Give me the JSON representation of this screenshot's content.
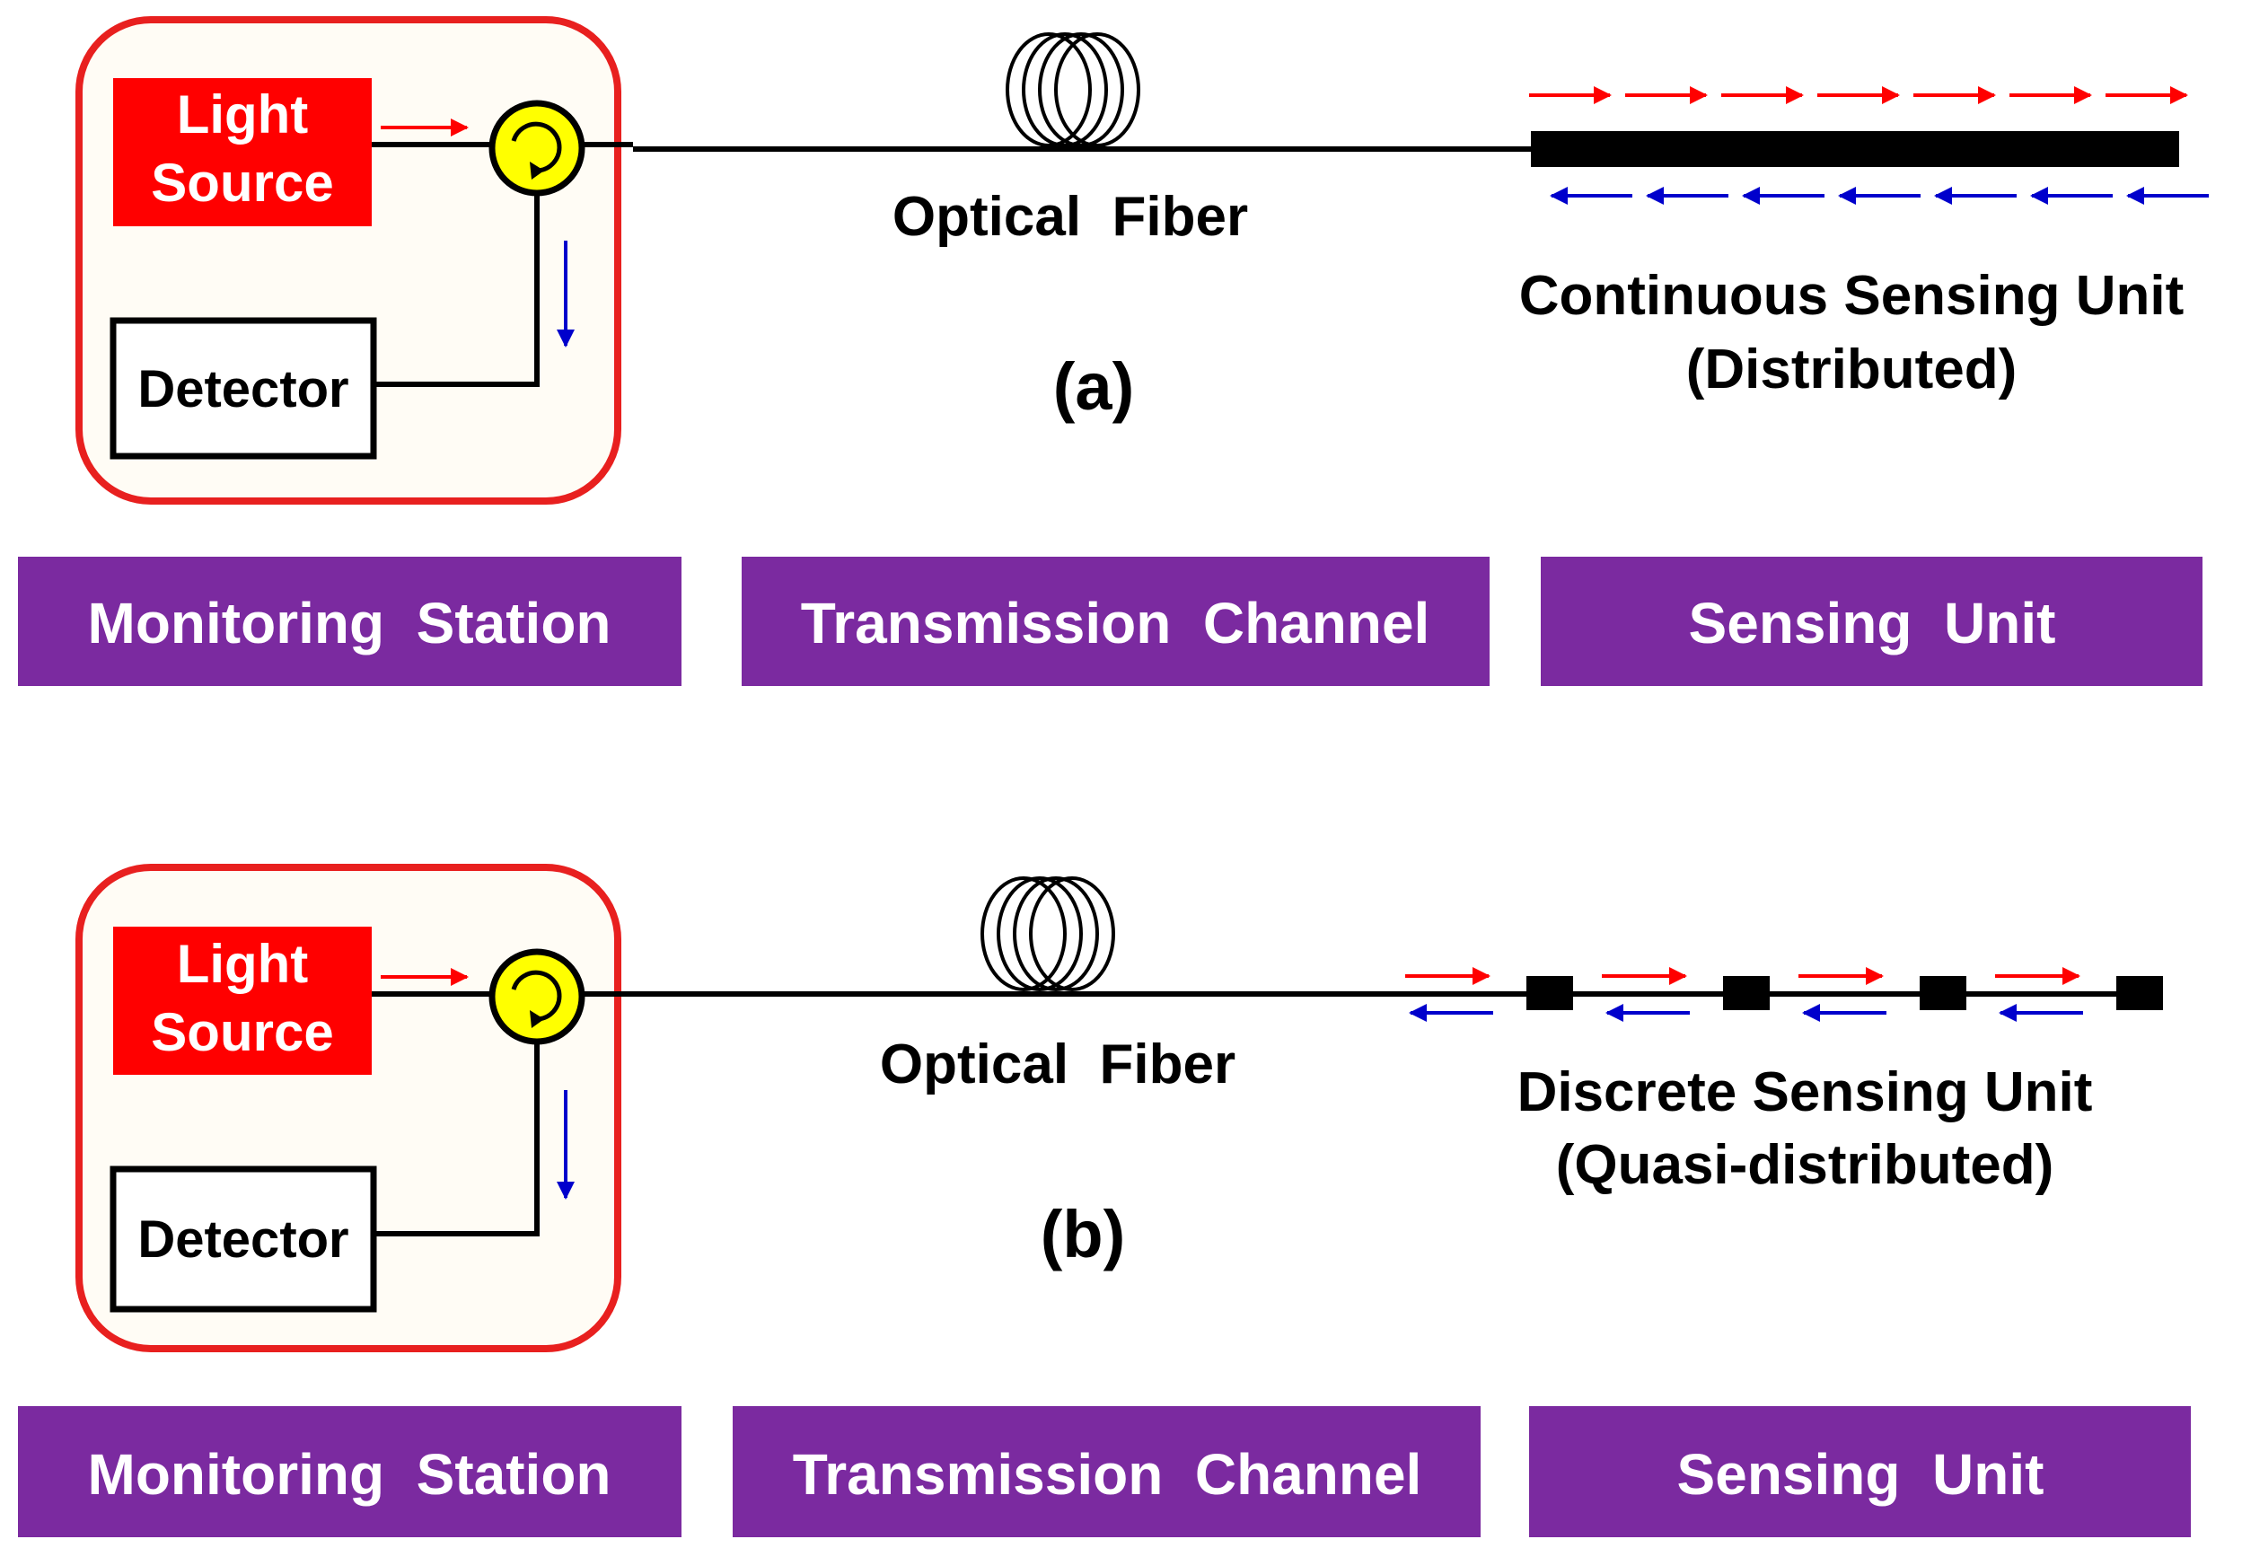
{
  "colors": {
    "station_border": "#e8201f",
    "station_fill": "#fffcf5",
    "light_source_fill": "#ff0000",
    "circulator_fill": "#ffff00",
    "banner_fill": "#7b2aa0",
    "forward_arrow": "#ff0000",
    "backward_arrow": "#0000cc",
    "line": "#000000"
  },
  "icons": {
    "circulator": "circulator-icon",
    "fiber_coil": "fiber-coil-icon",
    "sensing_element": "sensing-element-icon"
  },
  "panel_a": {
    "light_source": [
      "Light",
      "Source"
    ],
    "detector": "Detector",
    "fiber_label": "Optical  Fiber",
    "panel_label": "(a)",
    "sensing_title": "Continuous Sensing Unit",
    "sensing_subtitle": "(Distributed)",
    "banners": [
      "Monitoring  Station",
      "Transmission  Channel",
      "Sensing  Unit"
    ]
  },
  "panel_b": {
    "light_source": [
      "Light",
      "Source"
    ],
    "detector": "Detector",
    "fiber_label": "Optical  Fiber",
    "panel_label": "(b)",
    "sensing_title": "Discrete Sensing Unit",
    "sensing_subtitle": "(Quasi-distributed)",
    "banners": [
      "Monitoring  Station",
      "Transmission  Channel",
      "Sensing  Unit"
    ],
    "discrete_elements": 4
  }
}
